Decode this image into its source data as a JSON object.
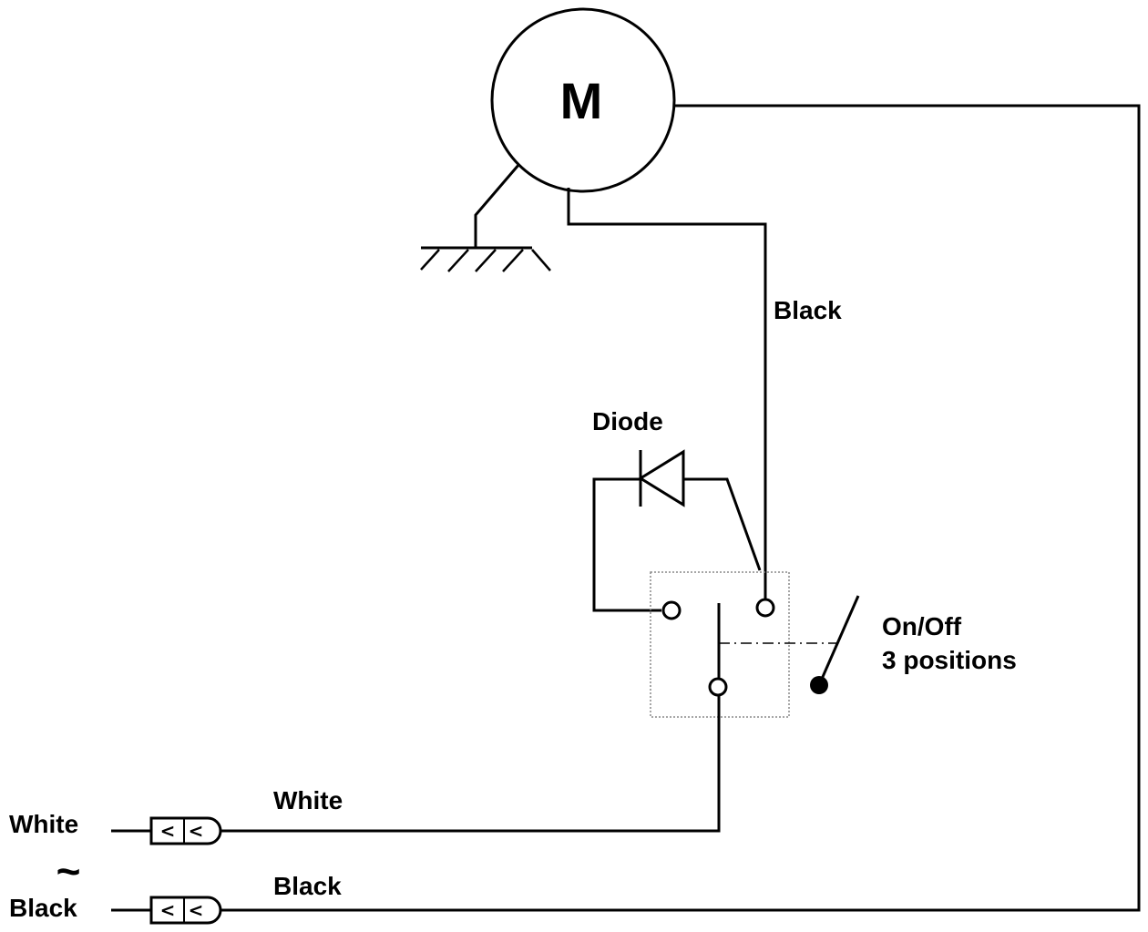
{
  "motor": {
    "symbol": "M"
  },
  "labels": {
    "motor_wire_color": "Black",
    "diode": "Diode",
    "switch_line1": "On/Off",
    "switch_line2": "3 positions",
    "wire_white": "White",
    "wire_black": "Black",
    "input_white": "White",
    "input_ac_symbol": "~",
    "input_black": "Black"
  },
  "connectors": {
    "glyph_left": "<",
    "glyph_right": "<"
  },
  "colors": {
    "line": "#000000",
    "background": "#ffffff",
    "switch_box": "#888888"
  }
}
